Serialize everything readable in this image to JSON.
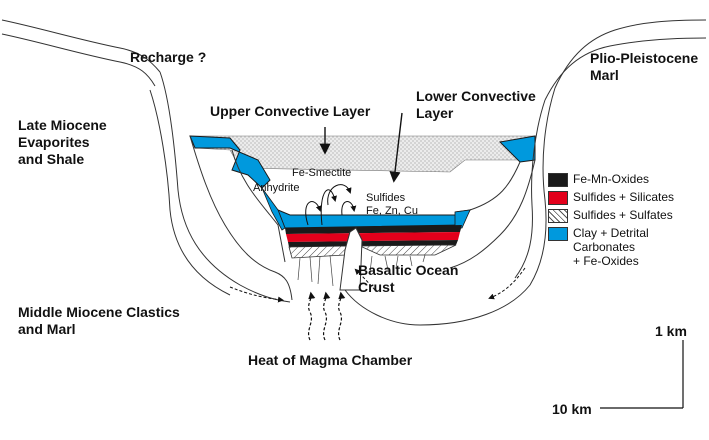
{
  "labels": {
    "recharge": "Recharge ?",
    "plio_pleistocene": "Plio-Pleistocene",
    "marl": "Marl",
    "late_miocene_1": "Late Miocene",
    "late_miocene_2": "Evaporites",
    "late_miocene_3": "and Shale",
    "upper_convective": "Upper Convective Layer",
    "lower_convective_1": "Lower Convective",
    "lower_convective_2": "Layer",
    "fe_smectite": "Fe-Smectite",
    "anhydrite": "Anhydrite",
    "sulfides_1": "Sulfides",
    "sulfides_2": "Fe, Zn, Cu",
    "basaltic_1": "Basaltic Ocean",
    "basaltic_2": "Crust",
    "middle_miocene_1": "Middle Miocene Clastics",
    "middle_miocene_2": "and Marl",
    "heat": "Heat of Magma Chamber",
    "scale_vertical": "1 km",
    "scale_horizontal": "10 km"
  },
  "legend": [
    {
      "label": "Fe-Mn-Oxides",
      "color": "#1a1a1a",
      "pattern": "solid"
    },
    {
      "label": "Sulfides + Silicates",
      "color": "#e3001b",
      "pattern": "solid"
    },
    {
      "label": "Sulfides + Sulfates",
      "color": "#ffffff",
      "pattern": "hatch"
    },
    {
      "label": "Clay + Detrital",
      "label2": "Carbonates",
      "label3": "+ Fe-Oxides",
      "color": "#0099dd",
      "pattern": "solid"
    }
  ],
  "colors": {
    "blue": "#0099dd",
    "red": "#e3001b",
    "black": "#1a1a1a",
    "water": "#e6e6e6",
    "line": "#333333"
  }
}
